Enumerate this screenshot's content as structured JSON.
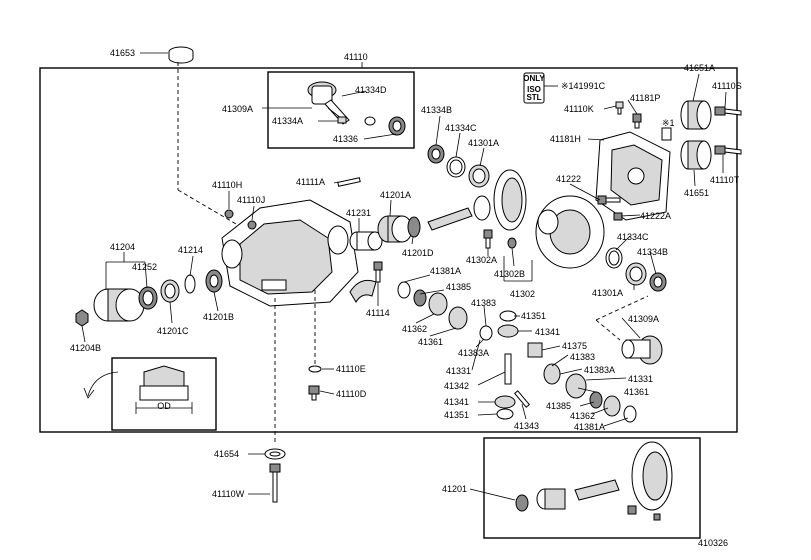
{
  "diagram_code": "410326",
  "od_label": "OD",
  "iso_tag": [
    "ONLY",
    "ISO",
    "STL"
  ],
  "labels": {
    "l41653": "41653",
    "l41110": "41110",
    "l41309A_top": "41309A",
    "l41334D": "41334D",
    "l41334A": "41334A",
    "l41336": "41336",
    "l41991C": "※141991C",
    "l41110K": "41110K",
    "l41181P": "41181P",
    "l41181H": "41181H",
    "l41_star": "※1",
    "l41334B_top": "41334B",
    "l41334C_top": "41334C",
    "l41301A_top": "41301A",
    "l41651A": "41651A",
    "l41110S": "41110S",
    "l41651": "41651",
    "l41110T": "41110T",
    "l41110H": "41110H",
    "l41110J": "41110J",
    "l41111A": "41111A",
    "l41201A": "41201A",
    "l41231": "41231",
    "l41201D": "41201D",
    "l41222": "41222",
    "l41222A": "41222A",
    "l41204": "41204",
    "l41252": "41252",
    "l41214": "41214",
    "l41302A": "41302A",
    "l41302B": "41302B",
    "l41302": "41302",
    "l41334C_r": "41334C",
    "l41334B_r": "41334B",
    "l41301A_r": "41301A",
    "l41381A_top": "41381A",
    "l41385_top": "41385",
    "l41383_top": "41383",
    "l41351_top": "41351",
    "l41341_top": "41341",
    "l41204B": "41204B",
    "l41201C": "41201C",
    "l41201B": "41201B",
    "l41114": "41114",
    "l41362_top": "41362",
    "l41361_top": "41361",
    "l41383A_top": "41383A",
    "l41309A_r": "41309A",
    "l41375": "41375",
    "l41383_r": "41383",
    "l41383A_r": "41383A",
    "l41331_r": "41331",
    "l41331_m": "41331",
    "l41110E": "41110E",
    "l41110D": "41110D",
    "l41342": "41342",
    "l41341_b": "41341",
    "l41351_b": "41351",
    "l41343": "41343",
    "l41385_b": "41385",
    "l41362_b": "41362",
    "l41361_b": "41361",
    "l41381A_b": "41381A",
    "l41654": "41654",
    "l41201": "41201",
    "l41110W": "41110W"
  }
}
